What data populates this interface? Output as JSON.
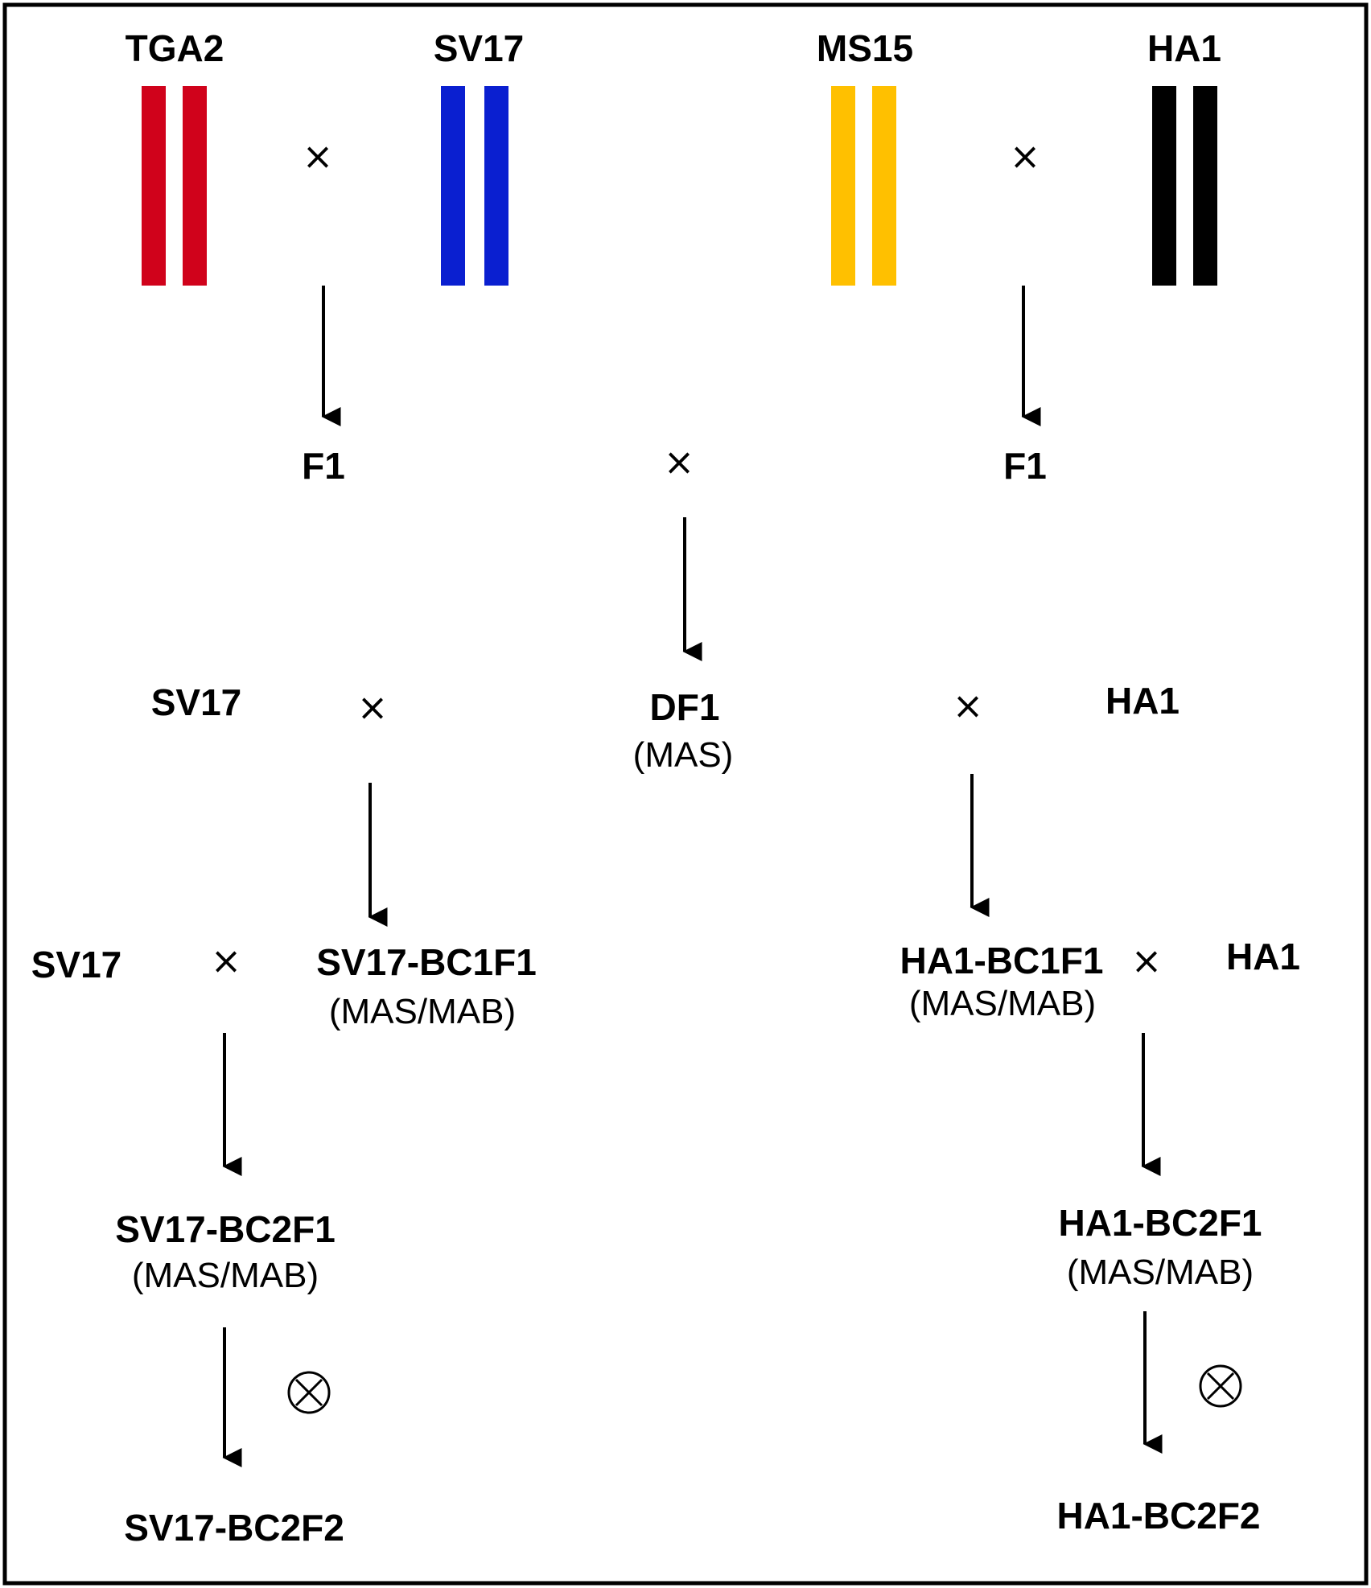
{
  "parents": [
    {
      "id": "tga2",
      "name": "TGA2",
      "color": "#d0021b",
      "label_color": "#ff0000"
    },
    {
      "id": "sv17",
      "name": "SV17",
      "color": "#0a1fd0",
      "label_color": "#1f1fd6"
    },
    {
      "id": "ms15",
      "name": "MS15",
      "color": "#ffc000",
      "label_color": "#7f6000"
    },
    {
      "id": "ha1",
      "name": "HA1",
      "color": "#000000",
      "label_color": "#000000"
    }
  ],
  "cross_symbol": "×",
  "selfing_symbol": "⊗",
  "generations": {
    "f1_left": "F1",
    "f1_right": "F1",
    "df1": "DF1",
    "df1_method": "(MAS)",
    "left_recurrent_1": "SV17",
    "right_recurrent_1": "HA1",
    "left_recurrent_2": "SV17",
    "right_recurrent_2": "HA1",
    "left_bc1f1": "SV17-BC1F1",
    "left_bc1f1_method": "(MAS/MAB)",
    "right_bc1f1": "HA1-BC1F1",
    "right_bc1f1_method": "(MAS/MAB)",
    "left_bc2f1": "SV17-BC2F1",
    "left_bc2f1_method": "(MAS/MAB)",
    "right_bc2f1": "HA1-BC2F1",
    "right_bc2f1_method": "(MAS/MAB)",
    "left_bc2f2": "SV17-BC2F2",
    "right_bc2f2": "HA1-BC2F2"
  }
}
